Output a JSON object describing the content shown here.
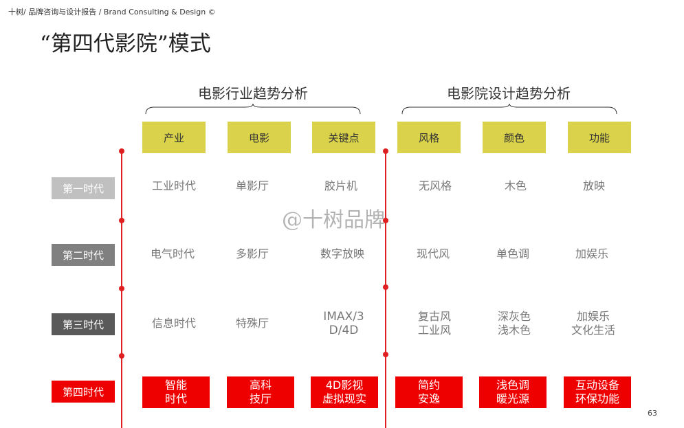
{
  "header": {
    "breadcrumb": "十树/ 品牌咨询与设计报告 / Brand Consulting & Design  ©",
    "title": "“第四代影院”模式"
  },
  "groups": [
    {
      "title": "电影行业趋势分析"
    },
    {
      "title": "电影院设计趋势分析"
    }
  ],
  "columns": [
    "产业",
    "电影",
    "关键点",
    "风格",
    "颜色",
    "功能"
  ],
  "rows": [
    {
      "label": "第一时代",
      "label_color": "#c0c0c0",
      "cells": [
        "工业时代",
        "单影厅",
        "胶片机",
        "无风格",
        "木色",
        "放映"
      ]
    },
    {
      "label": "第二时代",
      "label_color": "#808080",
      "cells": [
        "电气时代",
        "多影厅",
        "数字放映",
        "现代风",
        "单色调",
        "加娱乐"
      ]
    },
    {
      "label": "第三时代",
      "label_color": "#5a5a5a",
      "cells": [
        "信息时代",
        "特殊厅",
        "IMAX/3\nD/4D",
        "复古风\n工业风",
        "深灰色\n浅木色",
        "加娱乐\n文化生活"
      ]
    },
    {
      "label": "第四时代",
      "label_color": "#ee0000",
      "cells": [
        "智能\n时代",
        "高科\n技厅",
        "4D影视\n虚拟现实",
        "简约\n安逸",
        "浅色调\n暖光源",
        "互动设备\n环保功能"
      ]
    }
  ],
  "watermark": "@十树品牌",
  "page_number": "63",
  "colors": {
    "header_fill": "#d9d24a",
    "accent_red": "#ee0000",
    "timeline": "#e02020"
  }
}
